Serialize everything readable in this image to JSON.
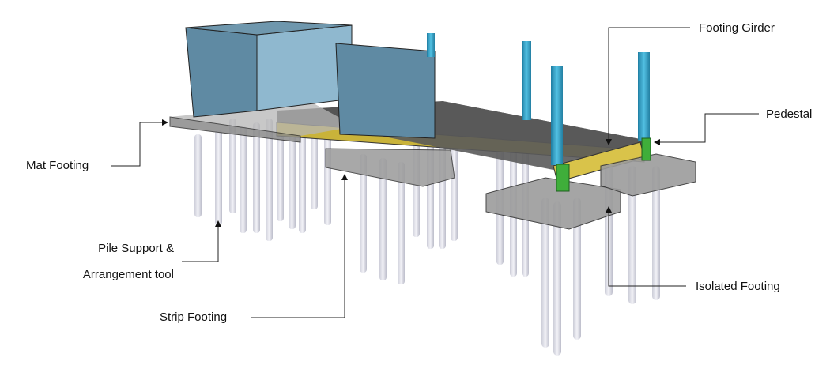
{
  "diagram": {
    "type": "3d-foundation-model",
    "labels": {
      "mat_footing": "Mat Footing",
      "pile_support_line1": "Pile Support &",
      "pile_support_line2": "Arrangement tool",
      "strip_footing": "Strip Footing",
      "footing_girder": "Footing Girder",
      "pedestal": "Pedestal",
      "isolated_footing": "Isolated Footing"
    },
    "colors": {
      "wall": "#5f8aa3",
      "wall_light": "#8fb8cf",
      "slab": "#8a8a8a",
      "girder": "#c9b33a",
      "pedestal": "#3fae3a",
      "column": "#3aa0c4",
      "pile": "#dcdde6",
      "leader": "#222222"
    }
  }
}
